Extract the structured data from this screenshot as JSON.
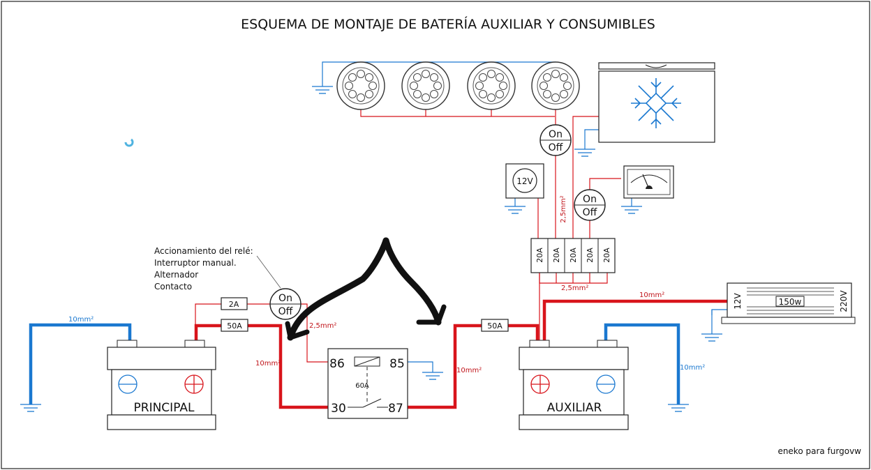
{
  "title": "ESQUEMA DE MONTAJE DE BATERÍA AUXILIAR Y CONSUMIBLES",
  "credit": "eneko para furgovw",
  "relay_note": [
    "Accionamiento del relé:",
    "Interruptor manual.",
    "Alternador",
    "Contacto"
  ],
  "batteries": {
    "principal": "PRINCIPAL",
    "auxiliar": "AUXILIAR"
  },
  "relay": {
    "pin86": "86",
    "pin85": "85",
    "pin30": "30",
    "pin87": "87",
    "rating": "60A"
  },
  "fuses": {
    "fuse_2a": "2A",
    "fuse_50a_main": "50A",
    "fuse_50a_aux": "50A",
    "fuse_box": [
      "20A",
      "20A",
      "20A",
      "20A",
      "20A"
    ]
  },
  "switch_labels": {
    "on": "On",
    "off": "Off"
  },
  "voltmeter_label": "12V",
  "inverter": {
    "in": "12V",
    "power": "150w",
    "out": "220V"
  },
  "cables": {
    "gnd_principal": "10mm²",
    "relay_control": "2,5mm²",
    "main_feed": "10mm²",
    "relay_out": "10mm²",
    "lights_feed": "2,5mm²",
    "fuse_bus": "2,5mm²",
    "inverter_feed": "10mm²",
    "gnd_auxiliar": "10mm²"
  },
  "colors": {
    "positive": "#d8141b",
    "ground": "#1a78d0",
    "thin_wire": "#d8141b",
    "ink": "#111111"
  }
}
